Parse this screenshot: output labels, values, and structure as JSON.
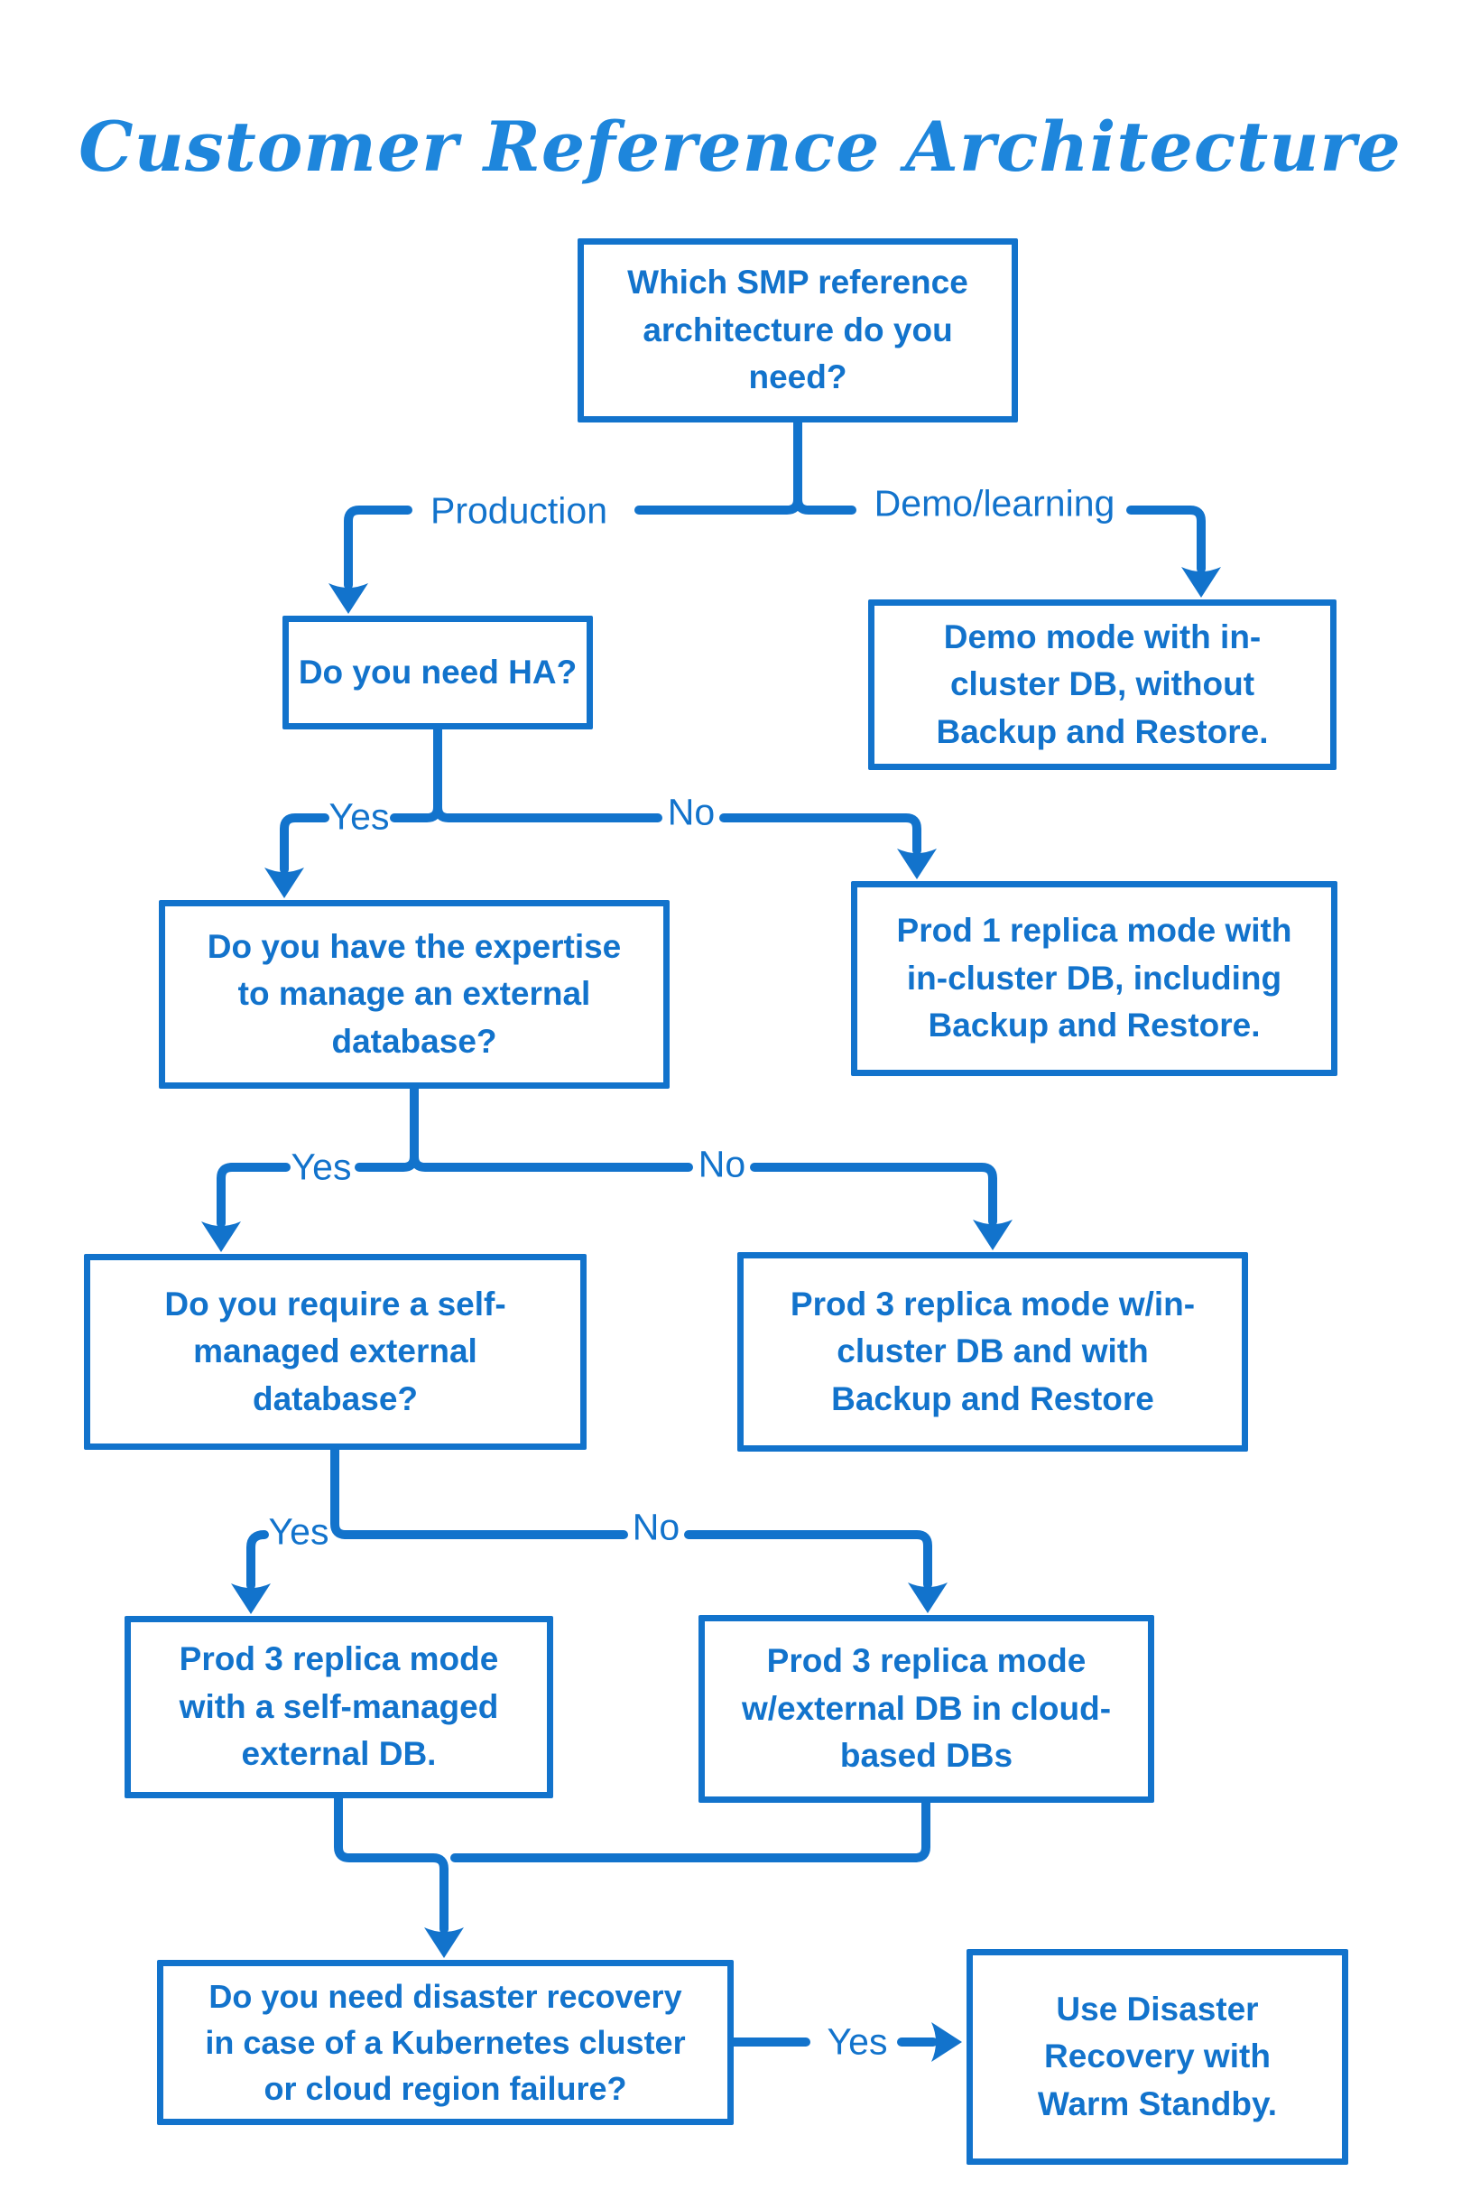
{
  "title": "Customer Reference Architecture",
  "colors": {
    "line": "#1273cc",
    "title": "#1e86dc",
    "background": "#ffffff"
  },
  "diagram": {
    "nodes": {
      "root": "Which SMP reference\narchitecture do you\nneed?",
      "need_ha": "Do you need HA?",
      "demo_mode": "Demo mode with in-\ncluster DB, without\nBackup and Restore.",
      "expertise": "Do you have the expertise\nto manage an external\ndatabase?",
      "prod1": "Prod 1 replica mode with\nin-cluster DB, including\nBackup and Restore.",
      "self_managed_q": "Do you require a self-\nmanaged external\ndatabase?",
      "prod3_incluster": "Prod 3 replica mode w/in-\ncluster DB and with\nBackup and Restore",
      "prod3_self": "Prod 3 replica mode\nwith a self-managed\nexternal DB.",
      "prod3_cloud": "Prod 3 replica mode\nw/external DB in cloud-\nbased DBs",
      "disaster_q": "Do you need disaster recovery\nin case of a Kubernetes cluster\nor cloud region failure?",
      "warm_standby": "Use Disaster\nRecovery with\nWarm Standby."
    },
    "edge_labels": {
      "production": "Production",
      "demo_learning": "Demo/learning",
      "ha_yes": "Yes",
      "ha_no": "No",
      "expertise_yes": "Yes",
      "expertise_no": "No",
      "self_managed_yes": "Yes",
      "self_managed_no": "No",
      "disaster_yes": "Yes"
    }
  }
}
